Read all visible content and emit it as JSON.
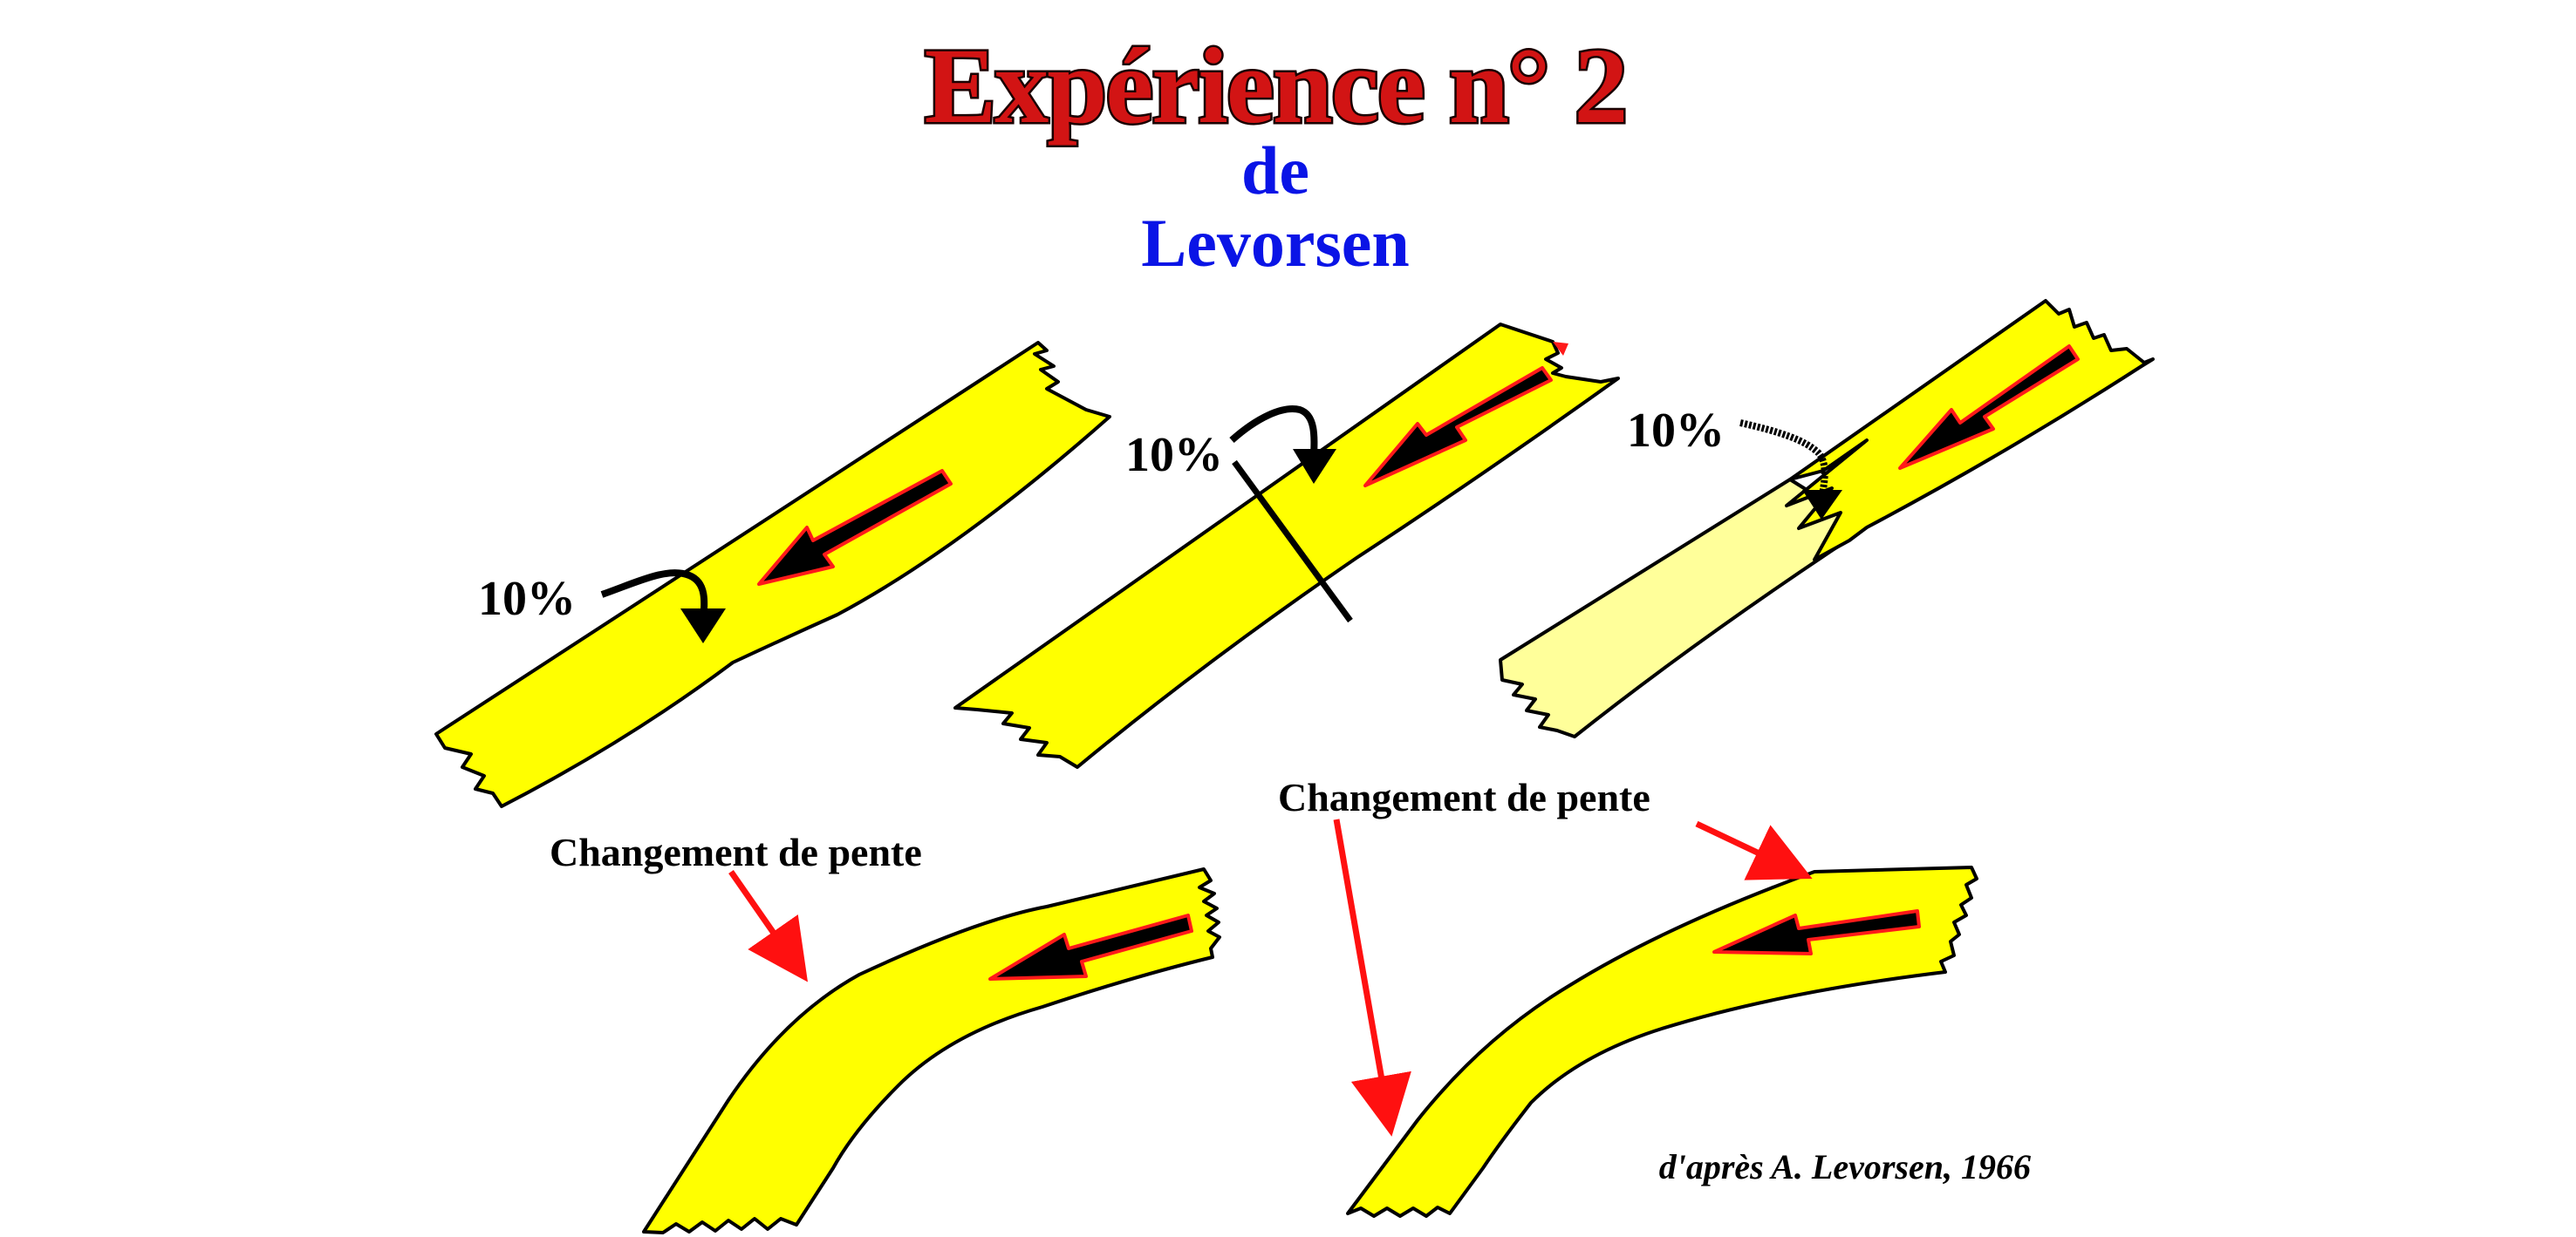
{
  "title": {
    "main": "Expérience n° 2",
    "line2": "de",
    "line3": "Levorsen"
  },
  "panels": {
    "panel1": {
      "percent": "10%"
    },
    "panel2": {
      "percent": "10%"
    },
    "panel3": {
      "percent": "10%"
    }
  },
  "lower": {
    "label_left": "Changement de pente",
    "label_right": "Changement de pente"
  },
  "credit": "d'après A. Levorsen, 1966",
  "colors": {
    "title_fill": "#d21414",
    "title_outline": "#1a0000",
    "subtitle": "#0a14e6",
    "channel": "#ffff00",
    "channel_pale": "#ffff9a",
    "outline": "#000000",
    "arrow_fill": "#000000",
    "arrow_edge": "#ff1a1a",
    "pointer": "#ff1010"
  }
}
